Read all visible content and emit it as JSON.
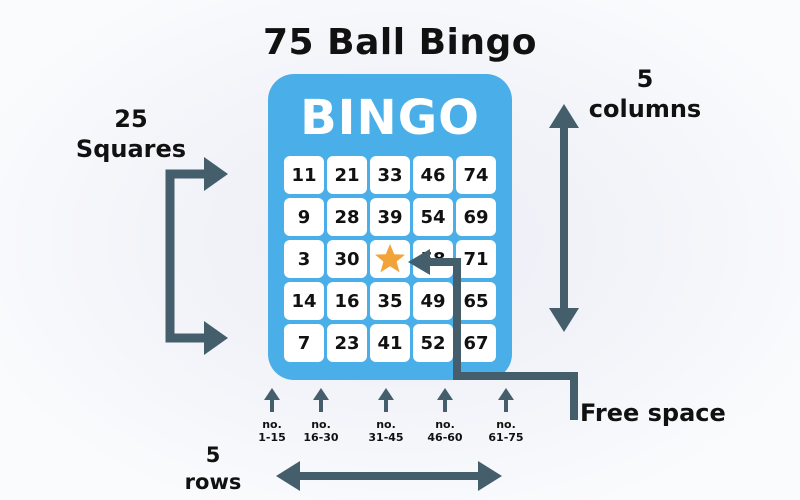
{
  "title": "75 Ball Bingo",
  "card": {
    "header": "BINGO",
    "rows": [
      [
        "11",
        "21",
        "33",
        "46",
        "74"
      ],
      [
        "9",
        "28",
        "39",
        "54",
        "69"
      ],
      [
        "3",
        "30",
        "",
        "58",
        "71"
      ],
      [
        "14",
        "16",
        "35",
        "49",
        "65"
      ],
      [
        "7",
        "23",
        "41",
        "52",
        "67"
      ]
    ],
    "free_space_icon": "star-icon"
  },
  "labels": {
    "squares_count": "25",
    "squares_word": "Squares",
    "columns_count": "5",
    "columns_word": "columns",
    "rows_count": "5",
    "rows_word": "rows",
    "free_space": "Free space"
  },
  "column_ranges": [
    {
      "prefix": "no.",
      "range": "1-15"
    },
    {
      "prefix": "no.",
      "range": "16-30"
    },
    {
      "prefix": "no.",
      "range": "31-45"
    },
    {
      "prefix": "no.",
      "range": "46-60"
    },
    {
      "prefix": "no.",
      "range": "61-75"
    }
  ],
  "colors": {
    "card": "#4aaee8",
    "arrow": "#445f6b",
    "star": "#f2a43a",
    "cell": "#ffffff"
  }
}
